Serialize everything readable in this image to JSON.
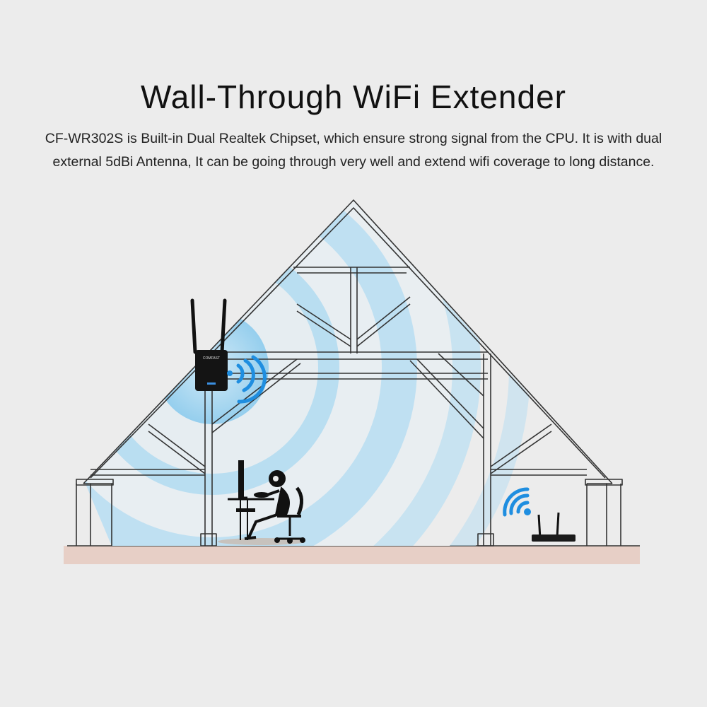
{
  "title": "Wall-Through WiFi Extender",
  "description": "CF-WR302S is Built-in Dual Realtek Chipset, which ensure strong signal from the CPU. It is with dual external 5dBi Antenna, It can be going through very well and extend wifi coverage to long distance.",
  "illustration": {
    "extender_brand": "COMFAST",
    "colors": {
      "background": "#ececec",
      "signal_wave": "#a9d8f0",
      "wifi_icon": "#1f8ee0",
      "floor": "#e7cfc6",
      "ink": "#333333"
    }
  }
}
